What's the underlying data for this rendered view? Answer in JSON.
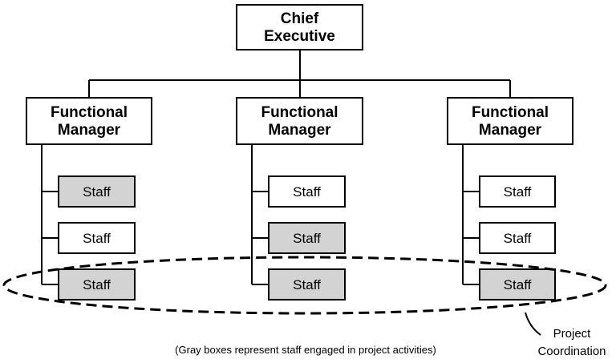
{
  "chief": {
    "line1": "Chief",
    "line2": "Executive"
  },
  "managers": [
    {
      "line1": "Functional",
      "line2": "Manager"
    },
    {
      "line1": "Functional",
      "line2": "Manager"
    },
    {
      "line1": "Functional",
      "line2": "Manager"
    }
  ],
  "staff_columns": [
    [
      {
        "label": "Staff",
        "project": true
      },
      {
        "label": "Staff",
        "project": false
      },
      {
        "label": "Staff",
        "project": true
      }
    ],
    [
      {
        "label": "Staff",
        "project": false
      },
      {
        "label": "Staff",
        "project": true
      },
      {
        "label": "Staff",
        "project": true
      }
    ],
    [
      {
        "label": "Staff",
        "project": false
      },
      {
        "label": "Staff",
        "project": false
      },
      {
        "label": "Staff",
        "project": true
      }
    ]
  ],
  "colors": {
    "project_fill": "#d3d3d3",
    "normal_fill": "#ffffff",
    "stroke": "#000000"
  },
  "note": "(Gray boxes represent staff engaged in project activities)",
  "coordination": {
    "line1": "Project",
    "line2": "Coordination"
  }
}
